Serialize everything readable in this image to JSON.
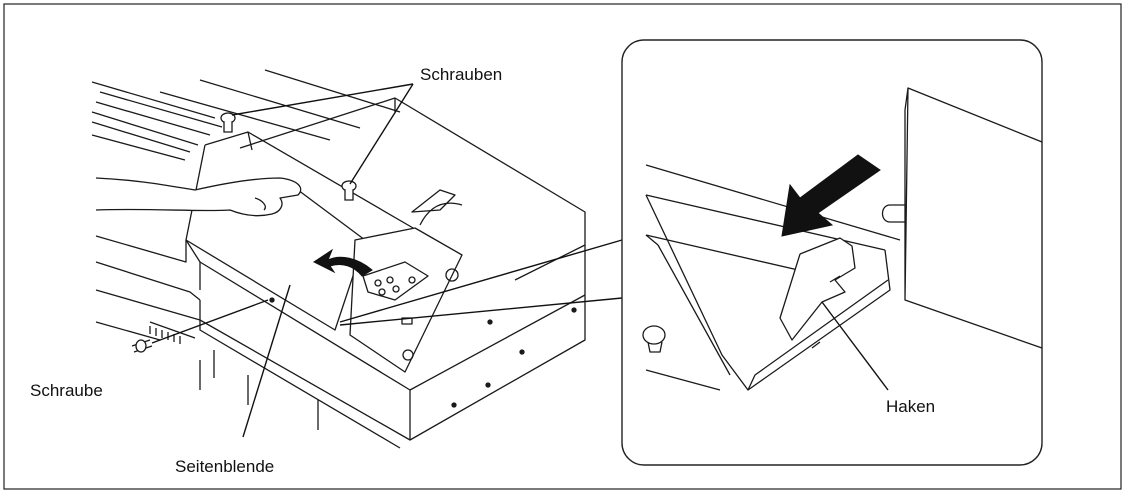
{
  "labels": {
    "schrauben": "Schrauben",
    "schraube": "Schraube",
    "seitenblende": "Seitenblende",
    "haken": "Haken"
  },
  "colors": {
    "line": "#1a1a1a",
    "fill": "#ffffff",
    "arrow": "#111111"
  }
}
